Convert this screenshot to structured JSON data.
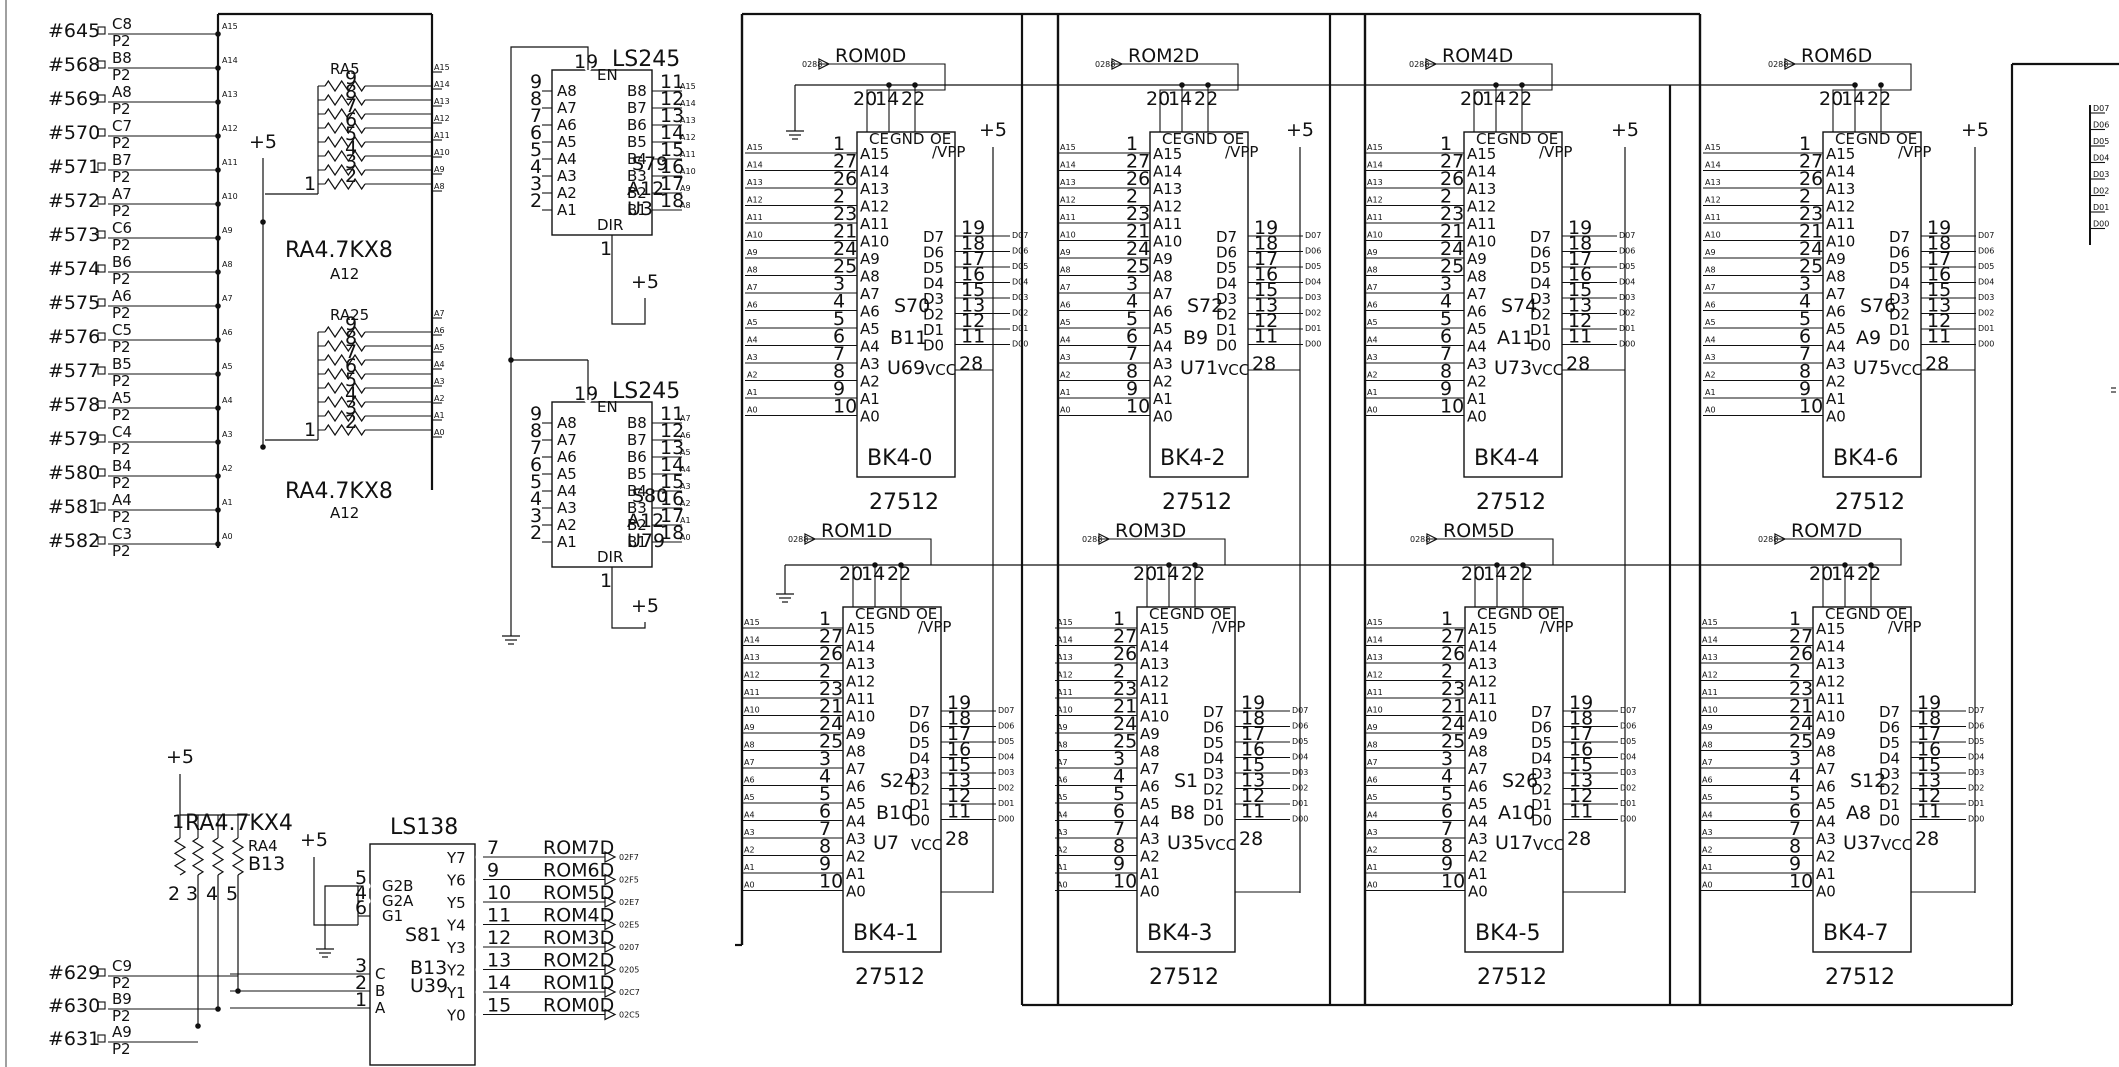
{
  "connectors": [
    {
      "num": "#645",
      "pin": "C8",
      "bus": "A15"
    },
    {
      "num": "#568",
      "pin": "B8",
      "bus": "A14"
    },
    {
      "num": "#569",
      "pin": "A8",
      "bus": "A13"
    },
    {
      "num": "#570",
      "pin": "C7",
      "bus": "A12"
    },
    {
      "num": "#571",
      "pin": "B7",
      "bus": "A11"
    },
    {
      "num": "#572",
      "pin": "A7",
      "bus": "A10"
    },
    {
      "num": "#573",
      "pin": "C6",
      "bus": "A9"
    },
    {
      "num": "#574",
      "pin": "B6",
      "bus": "A8"
    },
    {
      "num": "#575",
      "pin": "A6",
      "bus": "A7"
    },
    {
      "num": "#576",
      "pin": "C5",
      "bus": "A6"
    },
    {
      "num": "#577",
      "pin": "B5",
      "bus": "A5"
    },
    {
      "num": "#578",
      "pin": "A5",
      "bus": "A4"
    },
    {
      "num": "#579",
      "pin": "C4",
      "bus": "A3"
    },
    {
      "num": "#580",
      "pin": "B4",
      "bus": "A2"
    },
    {
      "num": "#581",
      "pin": "A4",
      "bus": "A1"
    },
    {
      "num": "#582",
      "pin": "C3",
      "bus": "A0"
    }
  ],
  "connectors2": [
    {
      "num": "#629",
      "pin": "C9"
    },
    {
      "num": "#630",
      "pin": "B9"
    },
    {
      "num": "#631",
      "pin": "A9"
    }
  ],
  "p2": "P2",
  "resistors": {
    "ra5": "RA5",
    "ra25": "RA25",
    "ra_value": "RA4.7KX8",
    "ra_loc": "A12",
    "ra4_value": "RA4.7KX4",
    "ra4": "RA4",
    "ra4_loc": "B13",
    "pins_top": [
      "9",
      "8",
      "7",
      "6",
      "5",
      "4",
      "3",
      "2"
    ],
    "pin1": "1",
    "ra4_pins": [
      "2",
      "3",
      "4",
      "5"
    ],
    "plus5": "+5"
  },
  "ls245": [
    {
      "title": "LS245",
      "ref": "S79",
      "loc": "A12",
      "u": "U3",
      "in_pins": [
        "9",
        "8",
        "7",
        "6",
        "5",
        "4",
        "3",
        "2"
      ],
      "out_pins": [
        "11",
        "12",
        "13",
        "14",
        "15",
        "16",
        "17",
        "18"
      ],
      "bus": [
        "A15",
        "A14",
        "A13",
        "A12",
        "A11",
        "A10",
        "A9",
        "A8"
      ]
    },
    {
      "title": "LS245",
      "ref": "S80",
      "loc": "A12",
      "u": "U79",
      "in_pins": [
        "9",
        "8",
        "7",
        "6",
        "5",
        "4",
        "3",
        "2"
      ],
      "out_pins": [
        "11",
        "12",
        "13",
        "14",
        "15",
        "16",
        "17",
        "18"
      ],
      "bus": [
        "A7",
        "A6",
        "A5",
        "A4",
        "A3",
        "A2",
        "A1",
        "A0"
      ]
    }
  ],
  "ls245_pins": {
    "a": [
      "A8",
      "A7",
      "A6",
      "A5",
      "A4",
      "A3",
      "A2",
      "A1"
    ],
    "b": [
      "B8",
      "B7",
      "B6",
      "B5",
      "B4",
      "B3",
      "B2",
      "B1"
    ],
    "en": "EN",
    "dir": "DIR",
    "en_pin": "19",
    "dir_pin": "1"
  },
  "roms": [
    {
      "sig": "ROM0D",
      "ref": "S70",
      "loc": "B11",
      "u": "U69",
      "bk": "BK4-0",
      "part": "27512"
    },
    {
      "sig": "ROM2D",
      "ref": "S72",
      "loc": "B9",
      "u": "U71",
      "bk": "BK4-2",
      "part": "27512"
    },
    {
      "sig": "ROM4D",
      "ref": "S74",
      "loc": "A11",
      "u": "U73",
      "bk": "BK4-4",
      "part": "27512"
    },
    {
      "sig": "ROM6D",
      "ref": "S76",
      "loc": "A9",
      "u": "U75",
      "bk": "BK4-6",
      "part": "27512"
    },
    {
      "sig": "ROM1D",
      "ref": "S24",
      "loc": "B10",
      "u": "U7",
      "bk": "BK4-1",
      "part": "27512"
    },
    {
      "sig": "ROM3D",
      "ref": "S1",
      "loc": "B8",
      "u": "U35",
      "bk": "BK4-3",
      "part": "27512"
    },
    {
      "sig": "ROM5D",
      "ref": "S26",
      "loc": "A10",
      "u": "U17",
      "bk": "BK4-5",
      "part": "27512"
    },
    {
      "sig": "ROM7D",
      "ref": "S12",
      "loc": "A8",
      "u": "U37",
      "bk": "BK4-7",
      "part": "27512"
    }
  ],
  "rom_pins": {
    "top_nums": [
      "20",
      "14",
      "22"
    ],
    "top_labels": [
      "CE",
      "GND",
      "OE"
    ],
    "vpp": "/VPP",
    "addr_labels": [
      "A15",
      "A14",
      "A13",
      "A12",
      "A11",
      "A10",
      "A9",
      "A8",
      "A7",
      "A6",
      "A5",
      "A4",
      "A3",
      "A2",
      "A1",
      "A0"
    ],
    "addr_nums": [
      "1",
      "27",
      "26",
      "2",
      "23",
      "21",
      "24",
      "25",
      "3",
      "4",
      "5",
      "6",
      "7",
      "8",
      "9",
      "10"
    ],
    "data_labels": [
      "D7",
      "D6",
      "D5",
      "D4",
      "D3",
      "D2",
      "D1",
      "D0"
    ],
    "data_nums": [
      "19",
      "18",
      "17",
      "16",
      "15",
      "13",
      "12",
      "11"
    ],
    "vcc": "VCC",
    "vcc_num": "28",
    "sel": "0288",
    "dbus": [
      "D07",
      "D06",
      "D05",
      "D04",
      "D03",
      "D02",
      "D01",
      "D00"
    ]
  },
  "ls138": {
    "title": "LS138",
    "ref": "S81",
    "loc": "B13",
    "u": "U39",
    "en_labels": [
      "G2B",
      "G2A",
      "G1"
    ],
    "en_nums": [
      "5",
      "4",
      "6"
    ],
    "in_labels": [
      "C",
      "B",
      "A"
    ],
    "in_nums": [
      "3",
      "2",
      "1"
    ],
    "out_labels": [
      "Y7",
      "Y6",
      "Y5",
      "Y4",
      "Y3",
      "Y2",
      "Y1",
      "Y0"
    ],
    "out_nums": [
      "7",
      "9",
      "10",
      "11",
      "12",
      "13",
      "14",
      "15"
    ],
    "signals": [
      "ROM7D",
      "ROM6D",
      "ROM5D",
      "ROM4D",
      "ROM3D",
      "ROM2D",
      "ROM1D",
      "ROM0D"
    ],
    "addrs": [
      "02F7",
      "02F5",
      "02E7",
      "02E5",
      "0207",
      "0205",
      "02C7",
      "02C5"
    ]
  }
}
